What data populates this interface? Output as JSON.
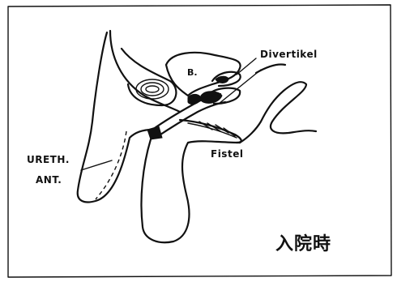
{
  "diagram": {
    "labels": {
      "bladder": "B.",
      "diverticulum": "Divertikel",
      "fistula": "Fistel",
      "urethra_line1": "URETH.",
      "urethra_line2": "ANT.",
      "caption": "入院時"
    }
  }
}
